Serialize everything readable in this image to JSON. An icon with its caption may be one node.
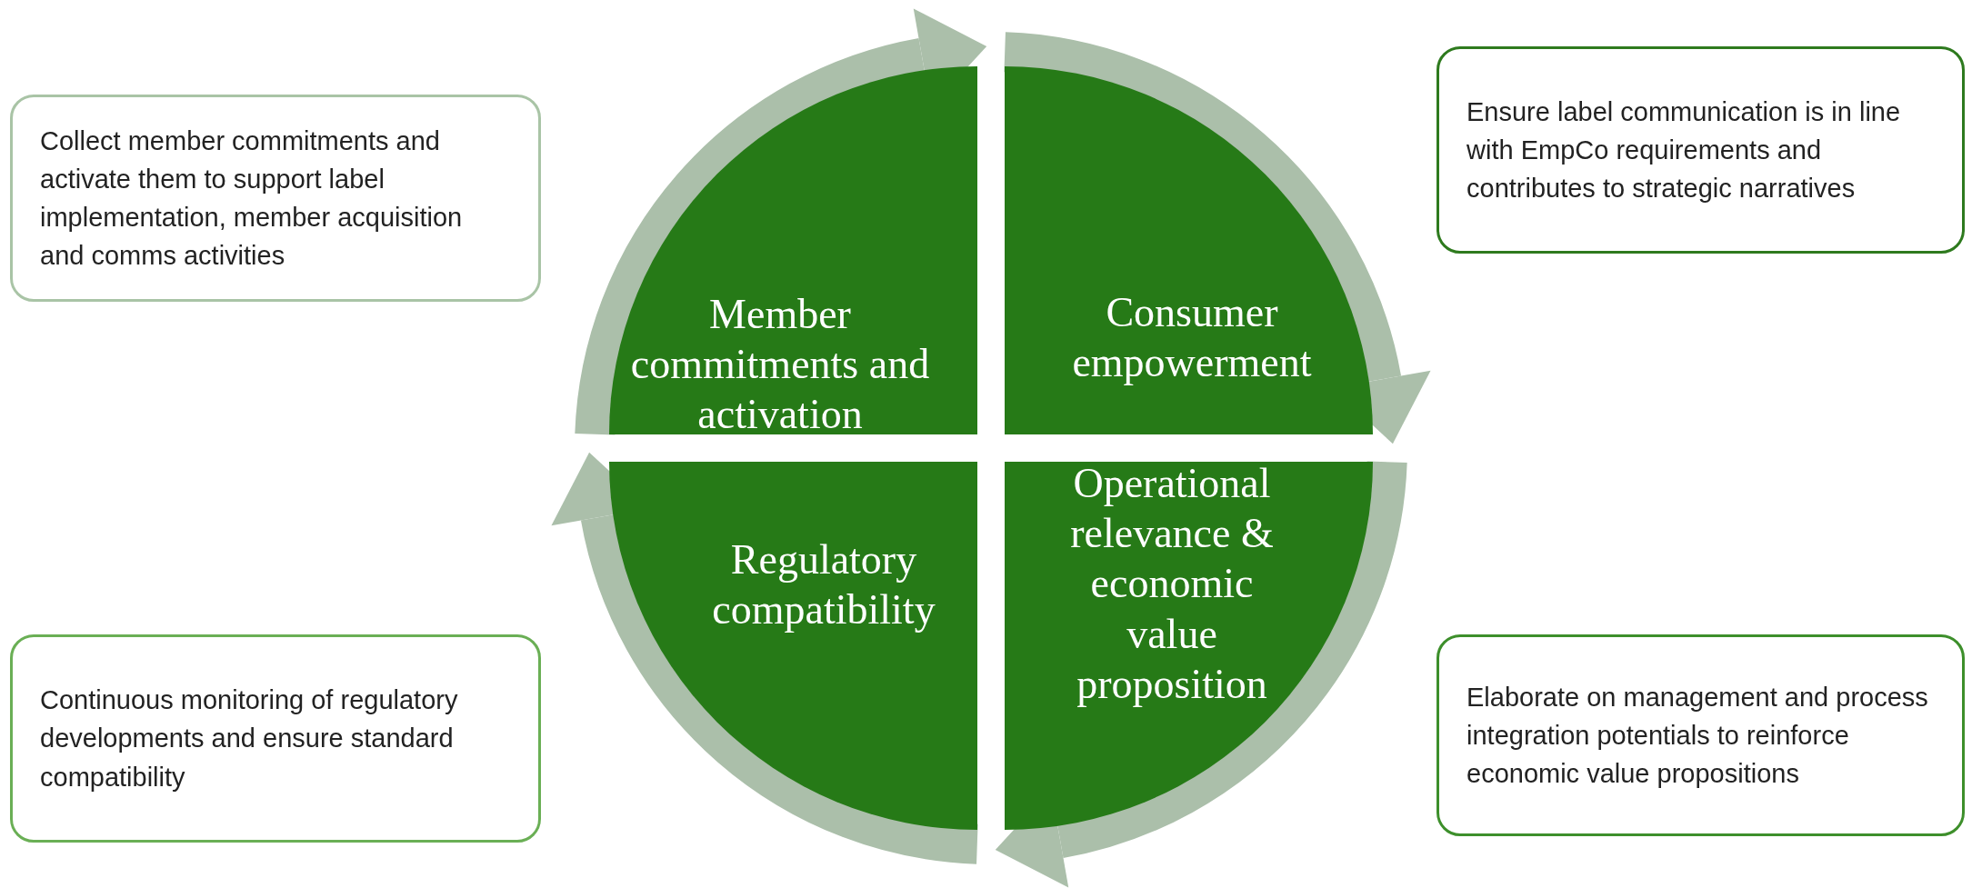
{
  "diagram": {
    "nodes": [
      {
        "text": [
          "Collect member commitments and activate them to support label implementation, member acquisition and comms activities"
        ]
      },
      {
        "text": [
          "Member commitments and activation"
        ]
      },
      {
        "text": [
          "Consumer empowerment"
        ]
      },
      {
        "text": [
          "Ensure label communication is in line with EmpCo requirements and contributes to strategic narratives"
        ]
      },
      {
        "text": [
          "Regulatory compatibility"
        ]
      },
      {
        "text": [
          "Operational relevance & economic value proposition"
        ]
      },
      {
        "text": [
          "Continuous monitoring of regulatory developments and ensure standard compatibility"
        ]
      },
      {
        "text": [
          "Elaborate on management and process integration potentials to reinforce economic value propositions"
        ]
      }
    ],
    "edges": [
      {
        "from": 1,
        "to": 2,
        "arrow": "to"
      },
      {
        "from": 2,
        "to": 5,
        "arrow": "to"
      },
      {
        "from": 5,
        "to": 4,
        "arrow": "to"
      },
      {
        "from": 4,
        "to": 1,
        "arrow": "to"
      }
    ]
  }
}
